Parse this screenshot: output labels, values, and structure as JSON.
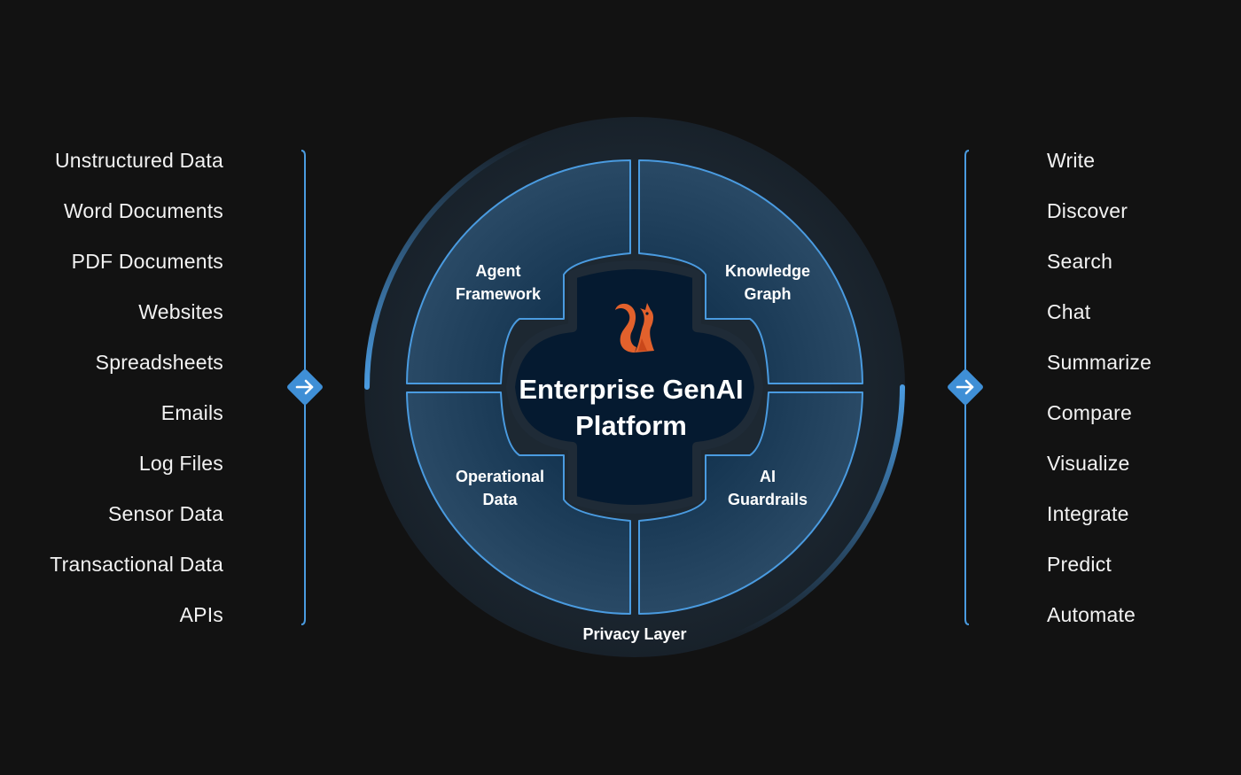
{
  "inputs": {
    "items": [
      "Unstructured Data",
      "Word Documents",
      "PDF Documents",
      "Websites",
      "Spreadsheets",
      "Emails",
      "Log Files",
      "Sensor Data",
      "Transactional Data",
      "APIs"
    ]
  },
  "outputs": {
    "items": [
      "Write",
      "Discover",
      "Search",
      "Chat",
      "Summarize",
      "Compare",
      "Visualize",
      "Integrate",
      "Predict",
      "Automate"
    ]
  },
  "platform": {
    "title_line1": "Enterprise GenAI",
    "title_line2": "Platform",
    "logo_icon": "squirrel-logo-icon",
    "segments": {
      "top_left": [
        "Agent",
        "Framework"
      ],
      "top_right": [
        "Knowledge",
        "Graph"
      ],
      "bottom_left": [
        "Operational",
        "Data"
      ],
      "bottom_right": [
        "AI",
        "Guardrails"
      ]
    },
    "outer_ring_label": "Privacy Layer"
  },
  "connectors": {
    "input_arrow_icon": "arrow-right-icon",
    "output_arrow_icon": "arrow-right-icon"
  },
  "colors": {
    "background": "#121212",
    "accent_blue": "#4a9be0",
    "ring_fill": "#1d2630",
    "core_fill": "#051a30",
    "logo_orange": "#e2612c"
  }
}
